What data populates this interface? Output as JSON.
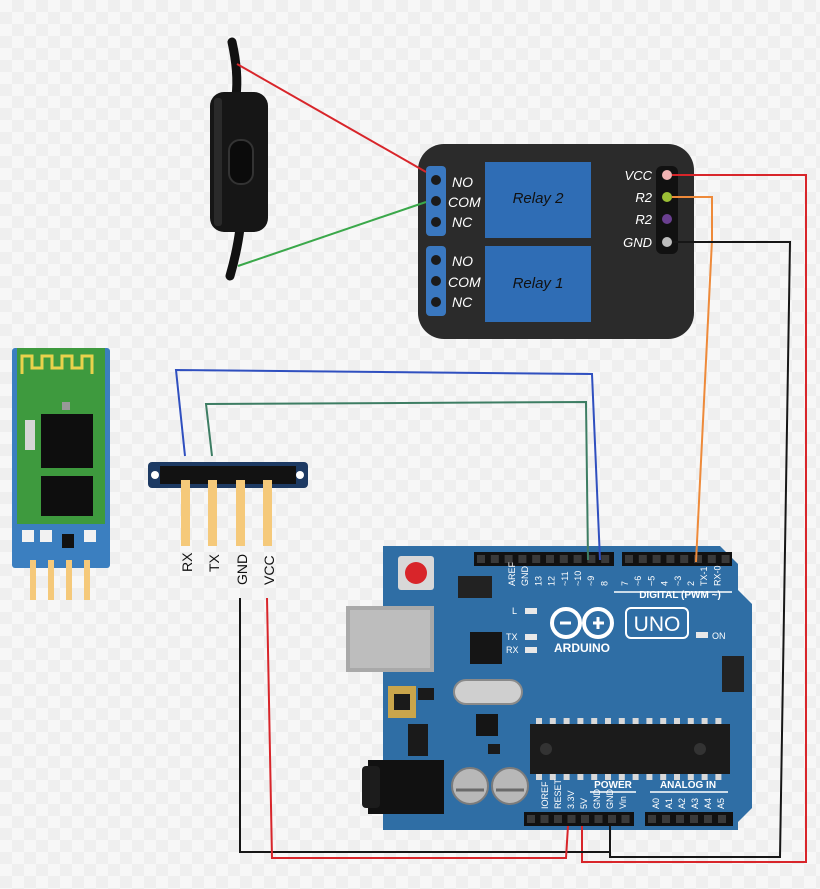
{
  "relay_module": {
    "relay2_label": "Relay 2",
    "relay1_label": "Relay 1",
    "terminal_upper": [
      "NO",
      "COM",
      "NC"
    ],
    "terminal_lower": [
      "NO",
      "COM",
      "NC"
    ],
    "pins": [
      "VCC",
      "R2",
      "R2",
      "GND"
    ]
  },
  "header_pins": [
    "RX",
    "TX",
    "GND",
    "VCC"
  ],
  "arduino": {
    "logo_text": "ARDUINO",
    "model": "UNO",
    "digital_label": "DIGITAL (PWM ~)",
    "power_label": "POWER",
    "analog_label": "ANALOG IN",
    "top_pins": [
      "AREF",
      "GND",
      "13",
      "12",
      "~11",
      "~10",
      "~9",
      "8",
      "7",
      "~6",
      "~5",
      "4",
      "~3",
      "2",
      "TX-1",
      "RX-0"
    ],
    "power_pins": [
      "IOREF",
      "RESET",
      "3.3V",
      "5V",
      "GND",
      "GND",
      "Vin"
    ],
    "analog_pins": [
      "A0",
      "A1",
      "A2",
      "A3",
      "A4",
      "A5"
    ],
    "led_labels": [
      "L",
      "TX",
      "RX",
      "ON"
    ]
  },
  "wire_colors": {
    "red": "#d8252a",
    "green": "#3aa84a",
    "blue": "#2f4fbf",
    "teal": "#3d7d63",
    "orange": "#ee8a3a",
    "black": "#161616"
  },
  "board_colors": {
    "arduino": "#2f6ea5",
    "relay_body": "#2b2b2b",
    "relay_block": "#2f6db5",
    "bt_pcb": "#3e9a3e"
  }
}
